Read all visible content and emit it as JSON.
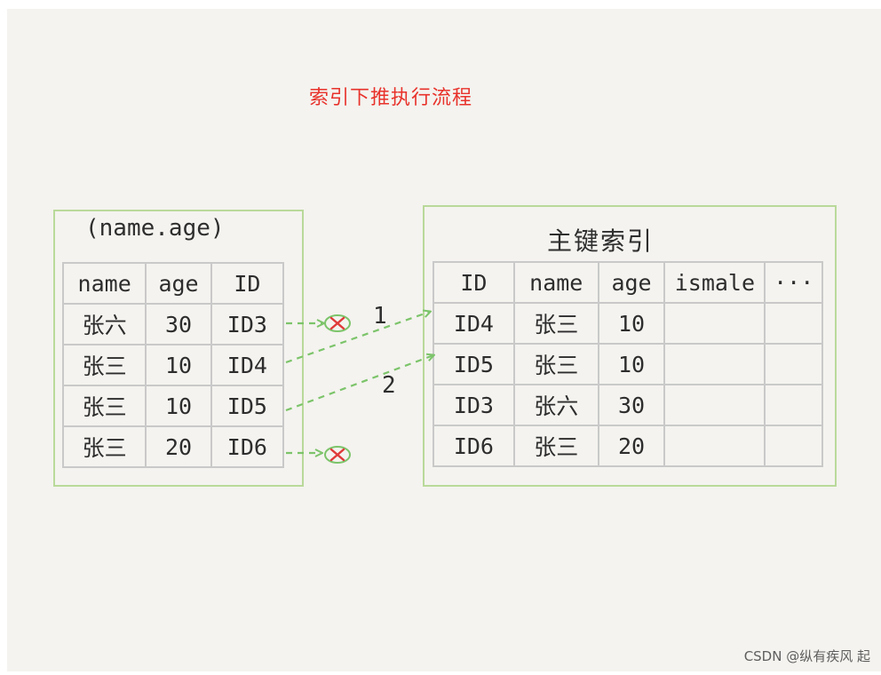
{
  "title": "索引下推执行流程",
  "left_index": {
    "label": "(name.age)",
    "headers": [
      "name",
      "age",
      "ID"
    ],
    "rows": [
      [
        "张六",
        "30",
        "ID3"
      ],
      [
        "张三",
        "10",
        "ID4"
      ],
      [
        "张三",
        "10",
        "ID5"
      ],
      [
        "张三",
        "20",
        "ID6"
      ]
    ]
  },
  "primary_index": {
    "label": "主键索引",
    "headers": [
      "ID",
      "name",
      "age",
      "ismale",
      "···"
    ],
    "rows": [
      [
        "ID4",
        "张三",
        "10",
        "",
        ""
      ],
      [
        "ID5",
        "张三",
        "10",
        "",
        ""
      ],
      [
        "ID3",
        "张六",
        "30",
        "",
        ""
      ],
      [
        "ID6",
        "张三",
        "20",
        "",
        ""
      ]
    ]
  },
  "arrows": [
    {
      "label": "1"
    },
    {
      "label": "2"
    }
  ],
  "colors": {
    "title": "#e8322b",
    "box_border": "#b9d99a",
    "arrow": "#7cc46a",
    "reject_mark": "#e03a3a"
  },
  "watermark": "CSDN @纵有疾风 起"
}
